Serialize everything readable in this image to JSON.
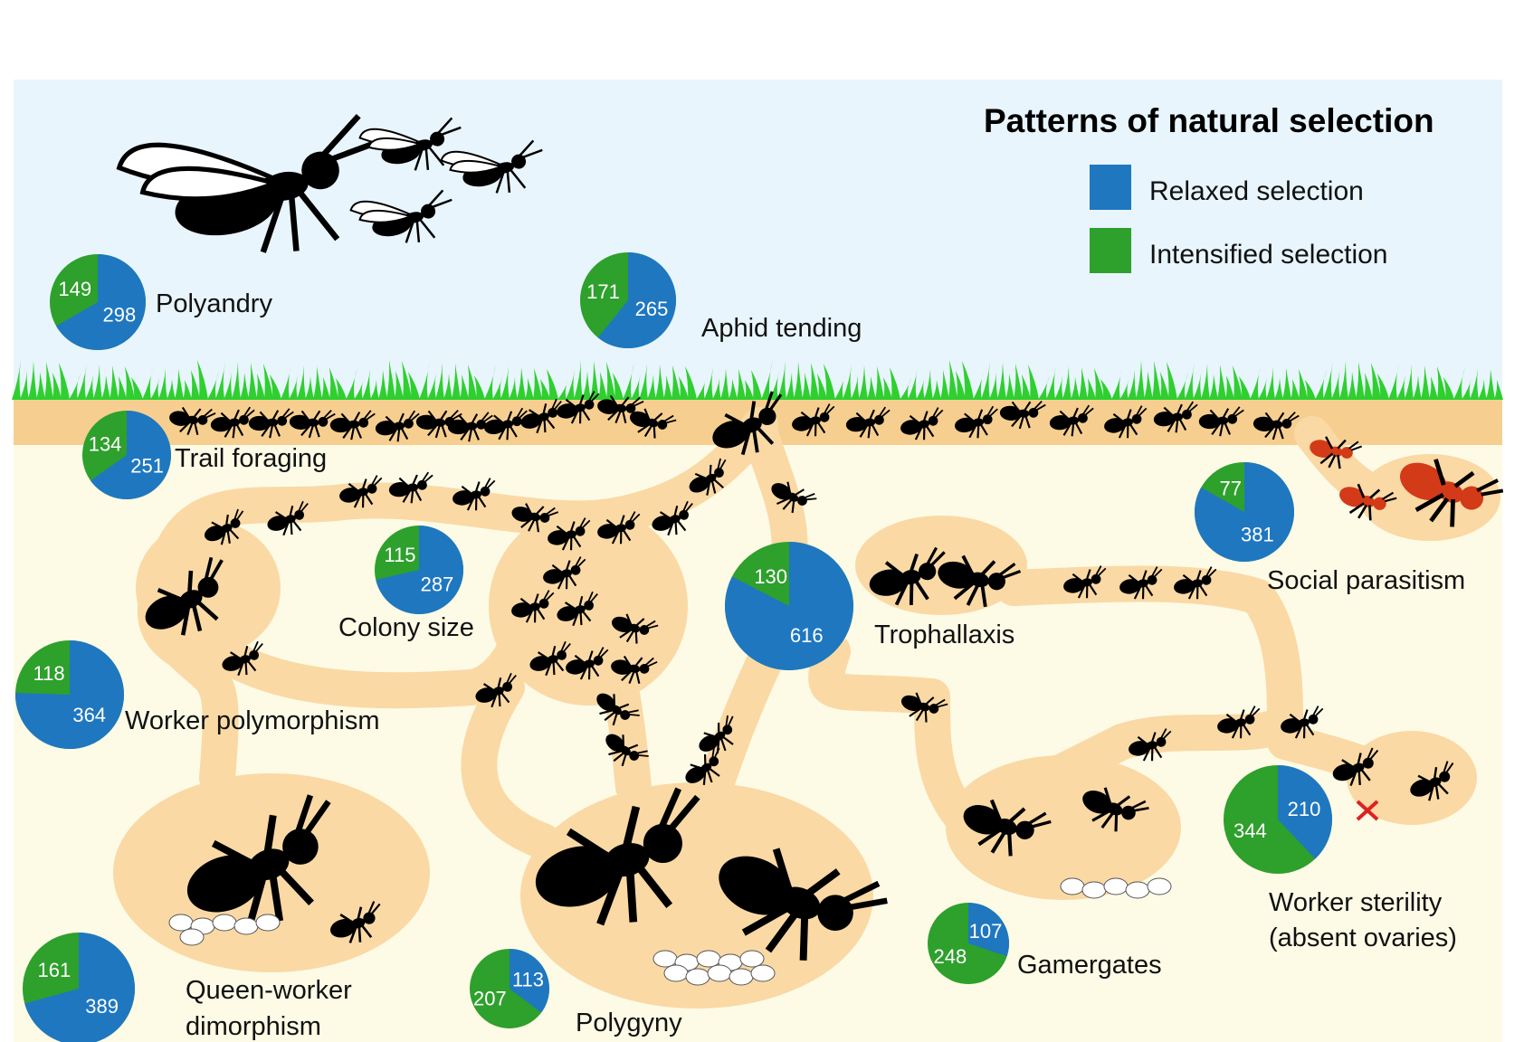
{
  "legend": {
    "title": "Patterns of natural selection",
    "relaxed_label": "Relaxed selection",
    "intensified_label": "Intensified selection",
    "relaxed_color": "#1f77c0",
    "intensified_color": "#2ea02c"
  },
  "colors": {
    "sky": "#e8f5fc",
    "soil": "#fdfbe6",
    "tunnel": "#fad9a5",
    "surface": "#f6cf90",
    "grass": "#2fcf2f",
    "ant": "#000000",
    "parasite_ant": "#d33a17"
  },
  "chart_data": {
    "type": "pie",
    "pies": [
      {
        "trait": "Polyandry",
        "intensified": 149,
        "relaxed": 298
      },
      {
        "trait": "Aphid tending",
        "intensified": 171,
        "relaxed": 265
      },
      {
        "trait": "Trail foraging",
        "intensified": 134,
        "relaxed": 251
      },
      {
        "trait": "Colony size",
        "intensified": 115,
        "relaxed": 287
      },
      {
        "trait": "Trophallaxis",
        "intensified": 130,
        "relaxed": 616
      },
      {
        "trait": "Social parasitism",
        "intensified": 77,
        "relaxed": 381
      },
      {
        "trait": "Worker polymorphism",
        "intensified": 118,
        "relaxed": 364
      },
      {
        "trait": "Worker sterility (absent ovaries)",
        "intensified": 344,
        "relaxed": 210
      },
      {
        "trait": "Queen-worker dimorphism",
        "intensified": 161,
        "relaxed": 389
      },
      {
        "trait": "Polygyny",
        "intensified": 207,
        "relaxed": 113
      },
      {
        "trait": "Gamergates",
        "intensified": 248,
        "relaxed": 107
      }
    ]
  },
  "labels": {
    "polyandry": "Polyandry",
    "aphid": "Aphid tending",
    "trail": "Trail foraging",
    "colony": "Colony size",
    "troph": "Trophallaxis",
    "parasitism": "Social parasitism",
    "polymorphism": "Worker polymorphism",
    "sterility_line1": "Worker sterility",
    "sterility_line2": "(absent ovaries)",
    "dimorphism_line1": "Queen-worker",
    "dimorphism_line2": "dimorphism",
    "polygyny": "Polygyny",
    "gamergates": "Gamergates"
  }
}
